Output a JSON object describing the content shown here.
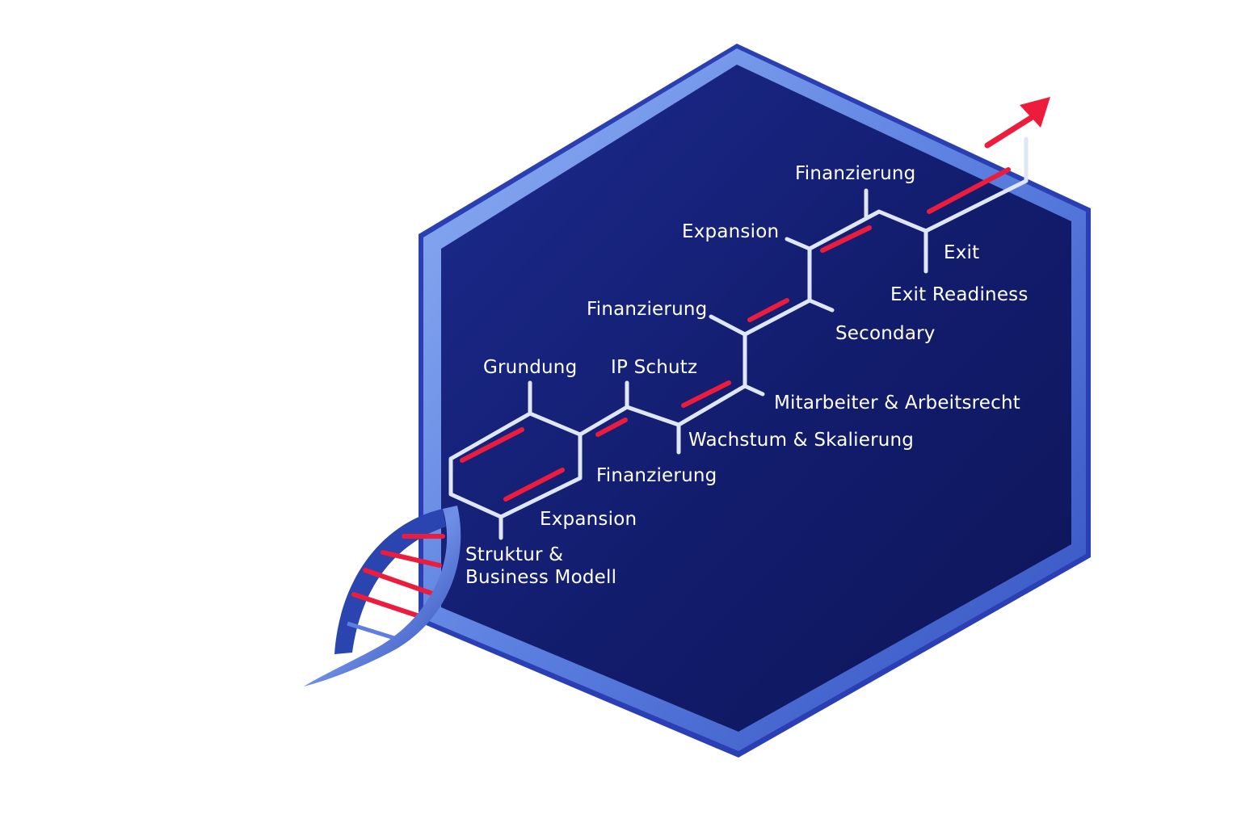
{
  "diagram": {
    "labels": {
      "grundung": "Grundung",
      "ip_schutz": "IP Schutz",
      "finanzierung_1": "Finanzierung",
      "expansion_1": "Expansion",
      "struktur_line1": "Struktur &",
      "struktur_line2": "Business Modell",
      "wachstum": "Wachstum & Skalierung",
      "mitarbeiter": "Mitarbeiter & Arbeitsrecht",
      "finanzierung_2": "Finanzierung",
      "secondary": "Secondary",
      "expansion_2": "Expansion",
      "finanzierung_3": "Finanzierung",
      "exit": "Exit",
      "exit_readiness": "Exit Readiness"
    },
    "colors": {
      "hexagon_fill": "#141f78",
      "hexagon_border": "#4a6fd6",
      "bond_line": "#dfe6f8",
      "accent": "#ee1c3c",
      "helix": "#3f63cf"
    },
    "icons": {
      "growth_arrow": "arrow-up-right-icon",
      "dna": "dna-helix-icon"
    }
  }
}
